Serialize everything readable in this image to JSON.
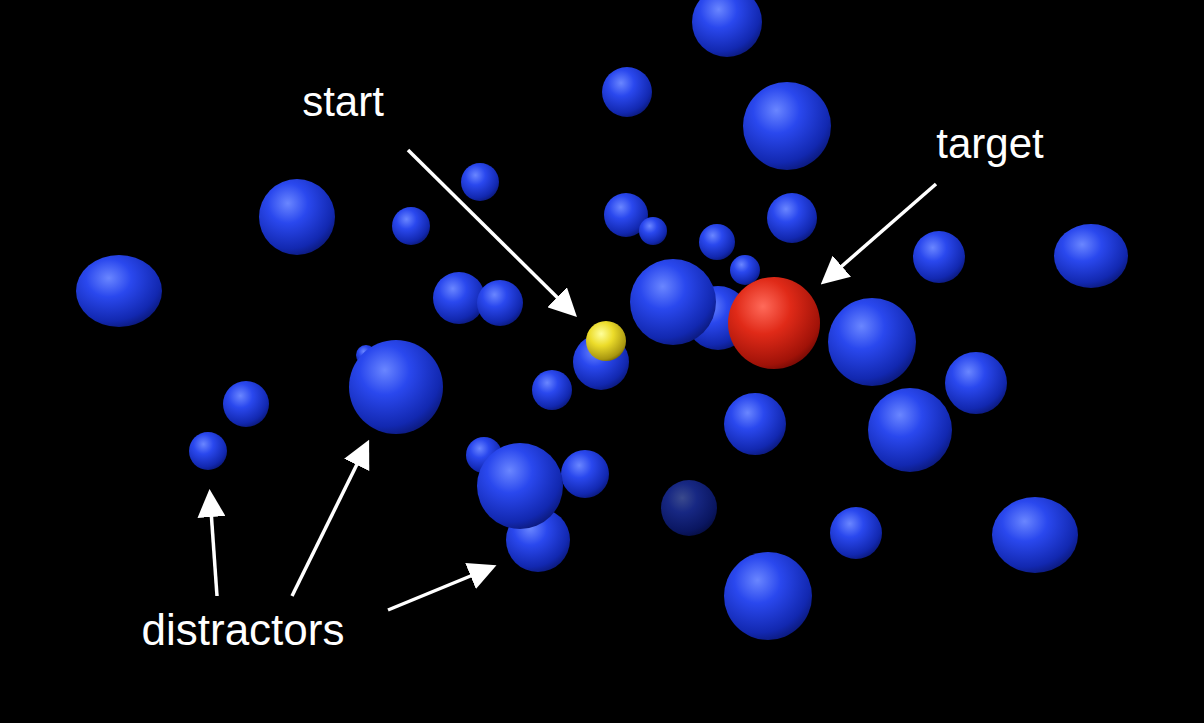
{
  "diagram": {
    "labels": [
      "start",
      "target",
      "distractors"
    ]
  }
}
